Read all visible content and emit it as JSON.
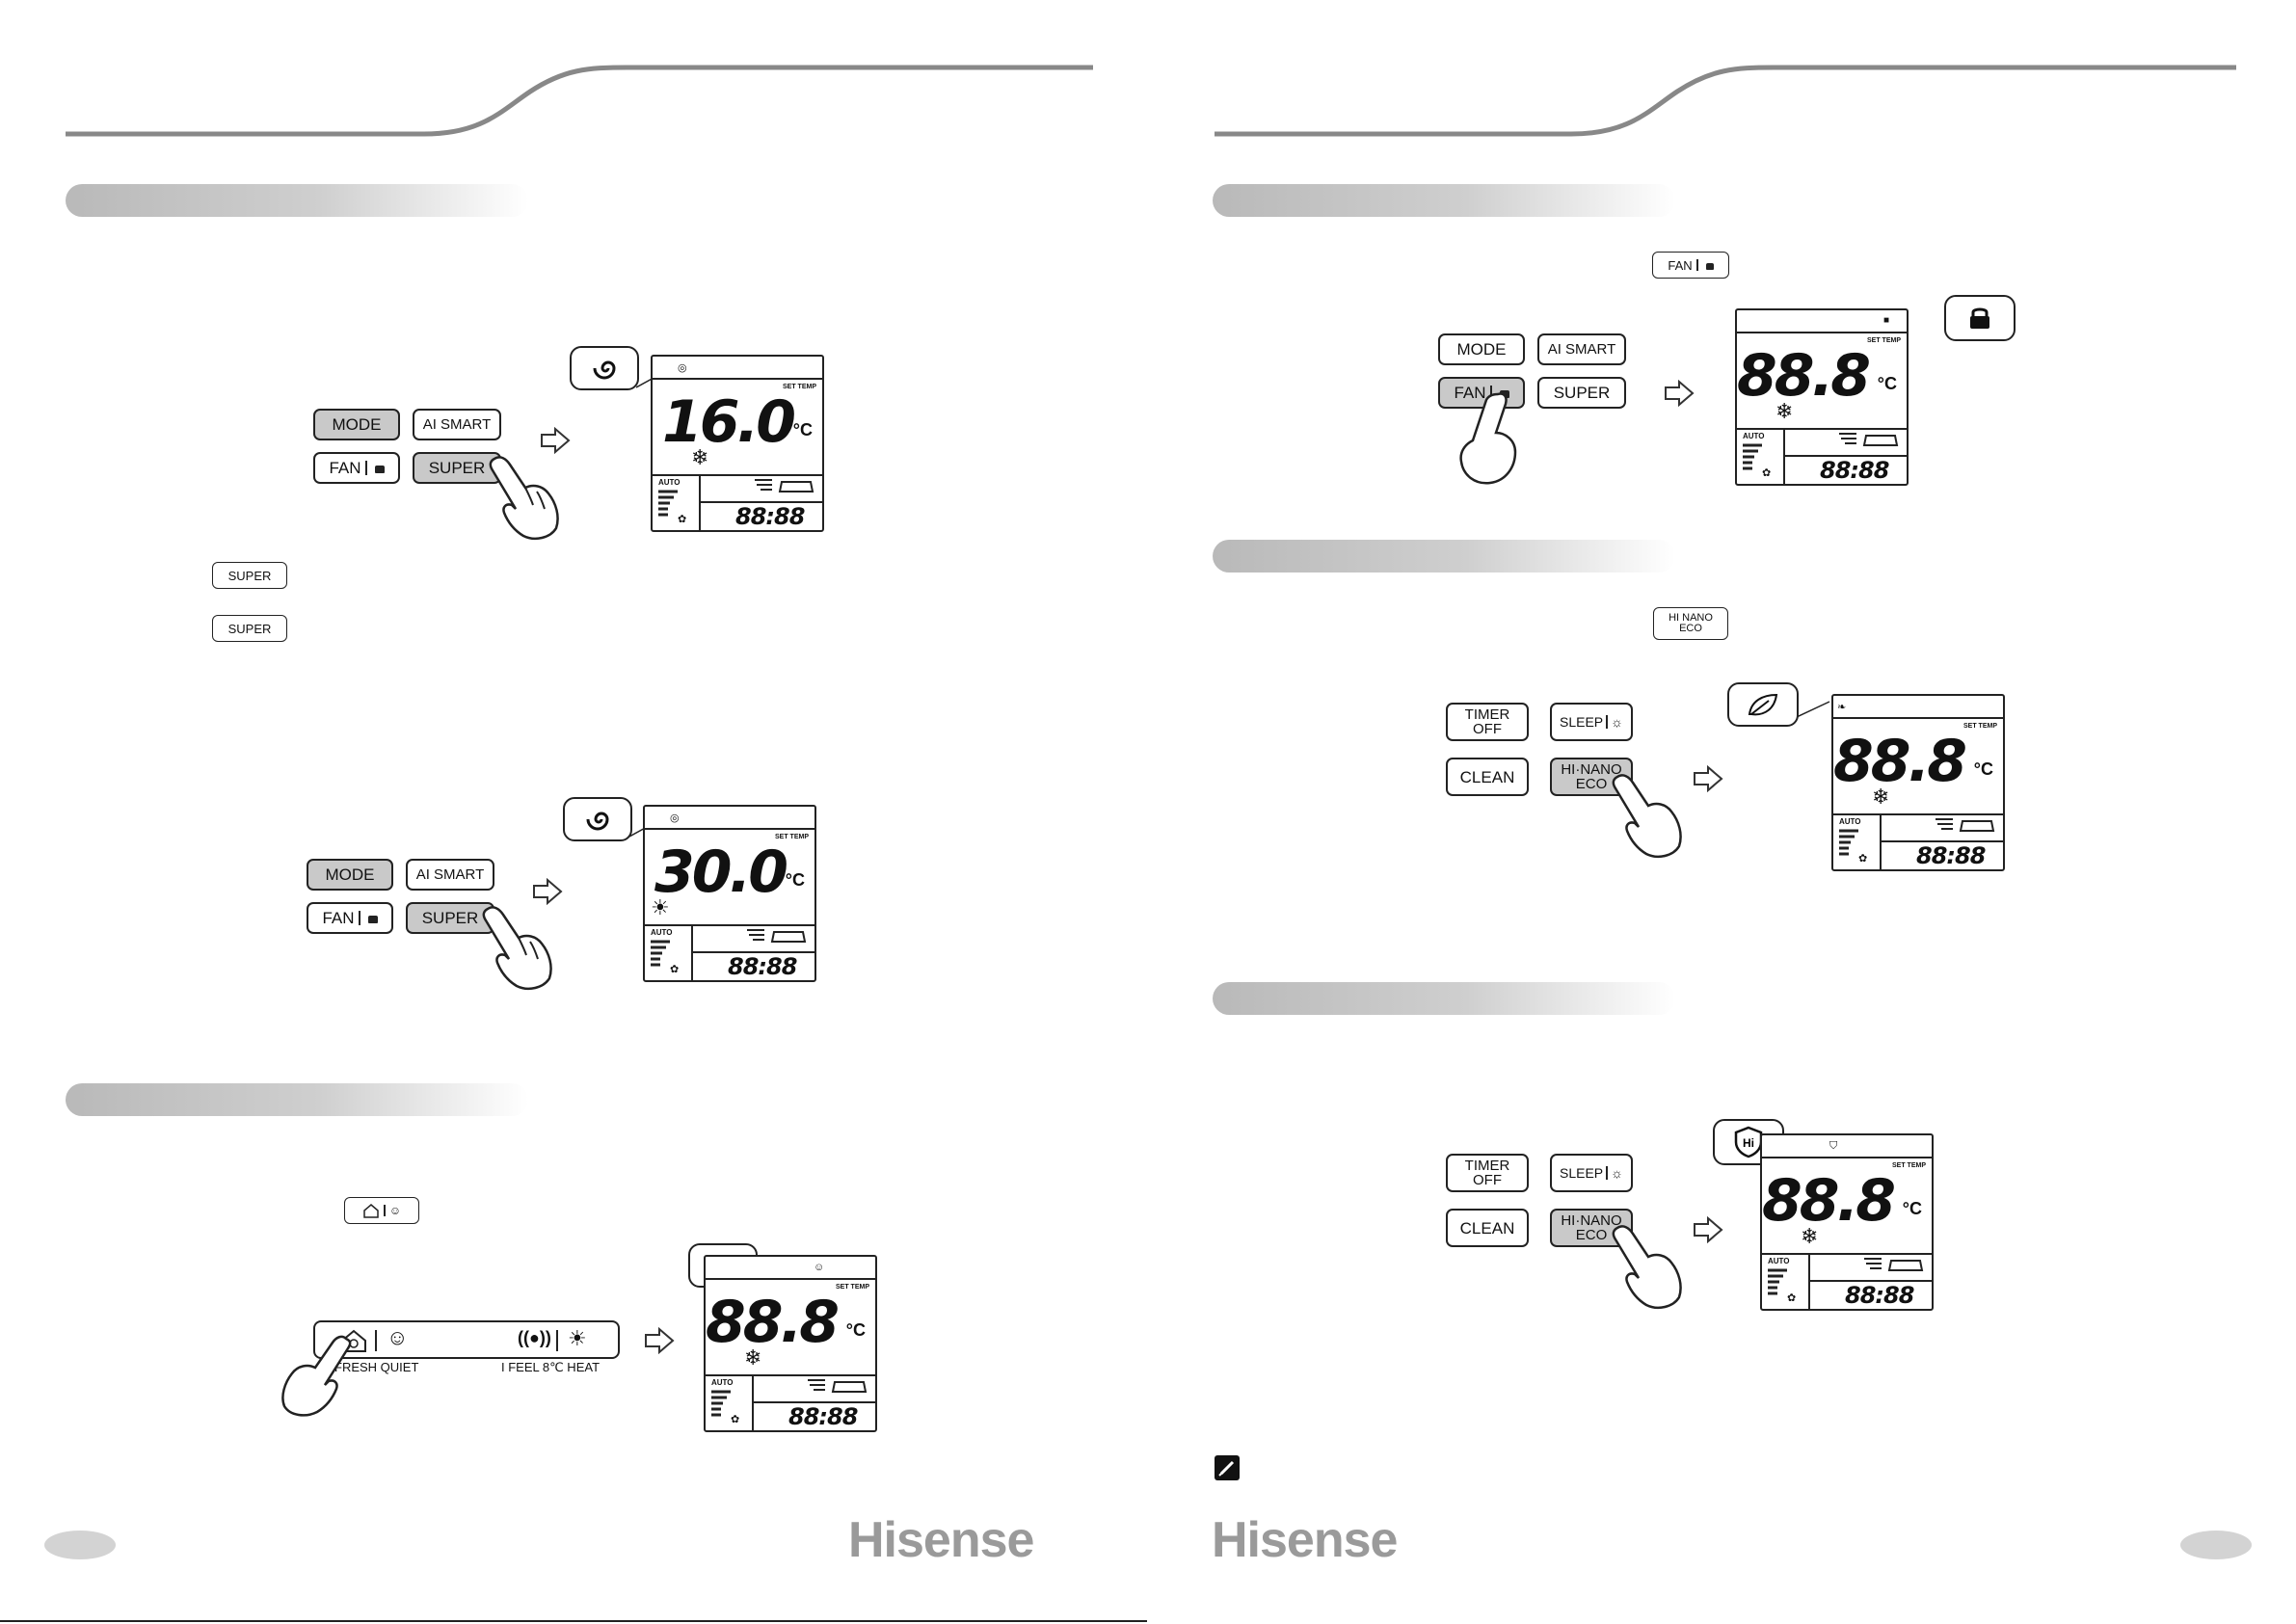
{
  "brand": {
    "logo_text": "Hisense"
  },
  "buttons": {
    "mode": "MODE",
    "ai_smart": "AI SMART",
    "fan": "FAN",
    "super": "SUPER",
    "timer_line1": "TIMER",
    "timer_line2": "OFF",
    "sleep": "SLEEP",
    "clean": "CLEAN",
    "hinano_line1": "HI·NANO",
    "hinano_line2": "ECO",
    "hinano_small_line1": "HI NANO",
    "hinano_small_line2": "ECO"
  },
  "panel_labels": {
    "fresh_quiet": "FRESH QUIET",
    "ifeel_heat": "I FEEL  8℃ HEAT"
  },
  "lcd": {
    "set_temp": "SET TEMP",
    "deg_c": "°C",
    "auto": "AUTO",
    "time": "88:88",
    "temp_super_cool": "16.0",
    "temp_super_heat": "30.0",
    "temp_generic": "88.8"
  },
  "icons": {
    "snowflake": "❄",
    "sun": "☀",
    "fan": "✿",
    "swirl": "🌀",
    "arrow_right": "⇨"
  }
}
